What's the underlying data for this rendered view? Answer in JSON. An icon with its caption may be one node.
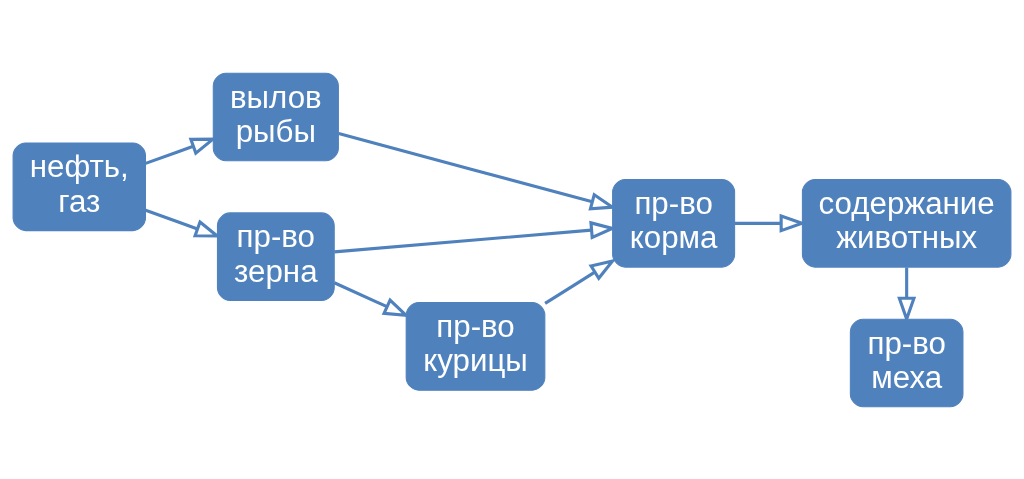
{
  "diagram": {
    "nodes": [
      {
        "text": [
          "вылов рыбы"
        ]
      },
      {
        "text": [
          "нефть, газ"
        ]
      },
      {
        "text": [
          "пр-во зерна"
        ]
      },
      {
        "text": [
          "пр-во корма"
        ]
      },
      {
        "text": [
          "содержание животных"
        ]
      },
      {
        "text": [
          "пр-во курицы"
        ]
      },
      {
        "text": [
          "пр-во меха"
        ]
      }
    ],
    "edges": [
      {
        "from": 1,
        "to": 0,
        "arrow": "to"
      },
      {
        "from": 1,
        "to": 2,
        "arrow": "to"
      },
      {
        "from": 0,
        "to": 3,
        "arrow": "to"
      },
      {
        "from": 2,
        "to": 3,
        "arrow": "to"
      },
      {
        "from": 2,
        "to": 5,
        "arrow": "to"
      },
      {
        "from": 5,
        "to": 3,
        "arrow": "to"
      },
      {
        "from": 3,
        "to": 4,
        "arrow": "to"
      },
      {
        "from": 4,
        "to": 6,
        "arrow": "to"
      }
    ]
  }
}
